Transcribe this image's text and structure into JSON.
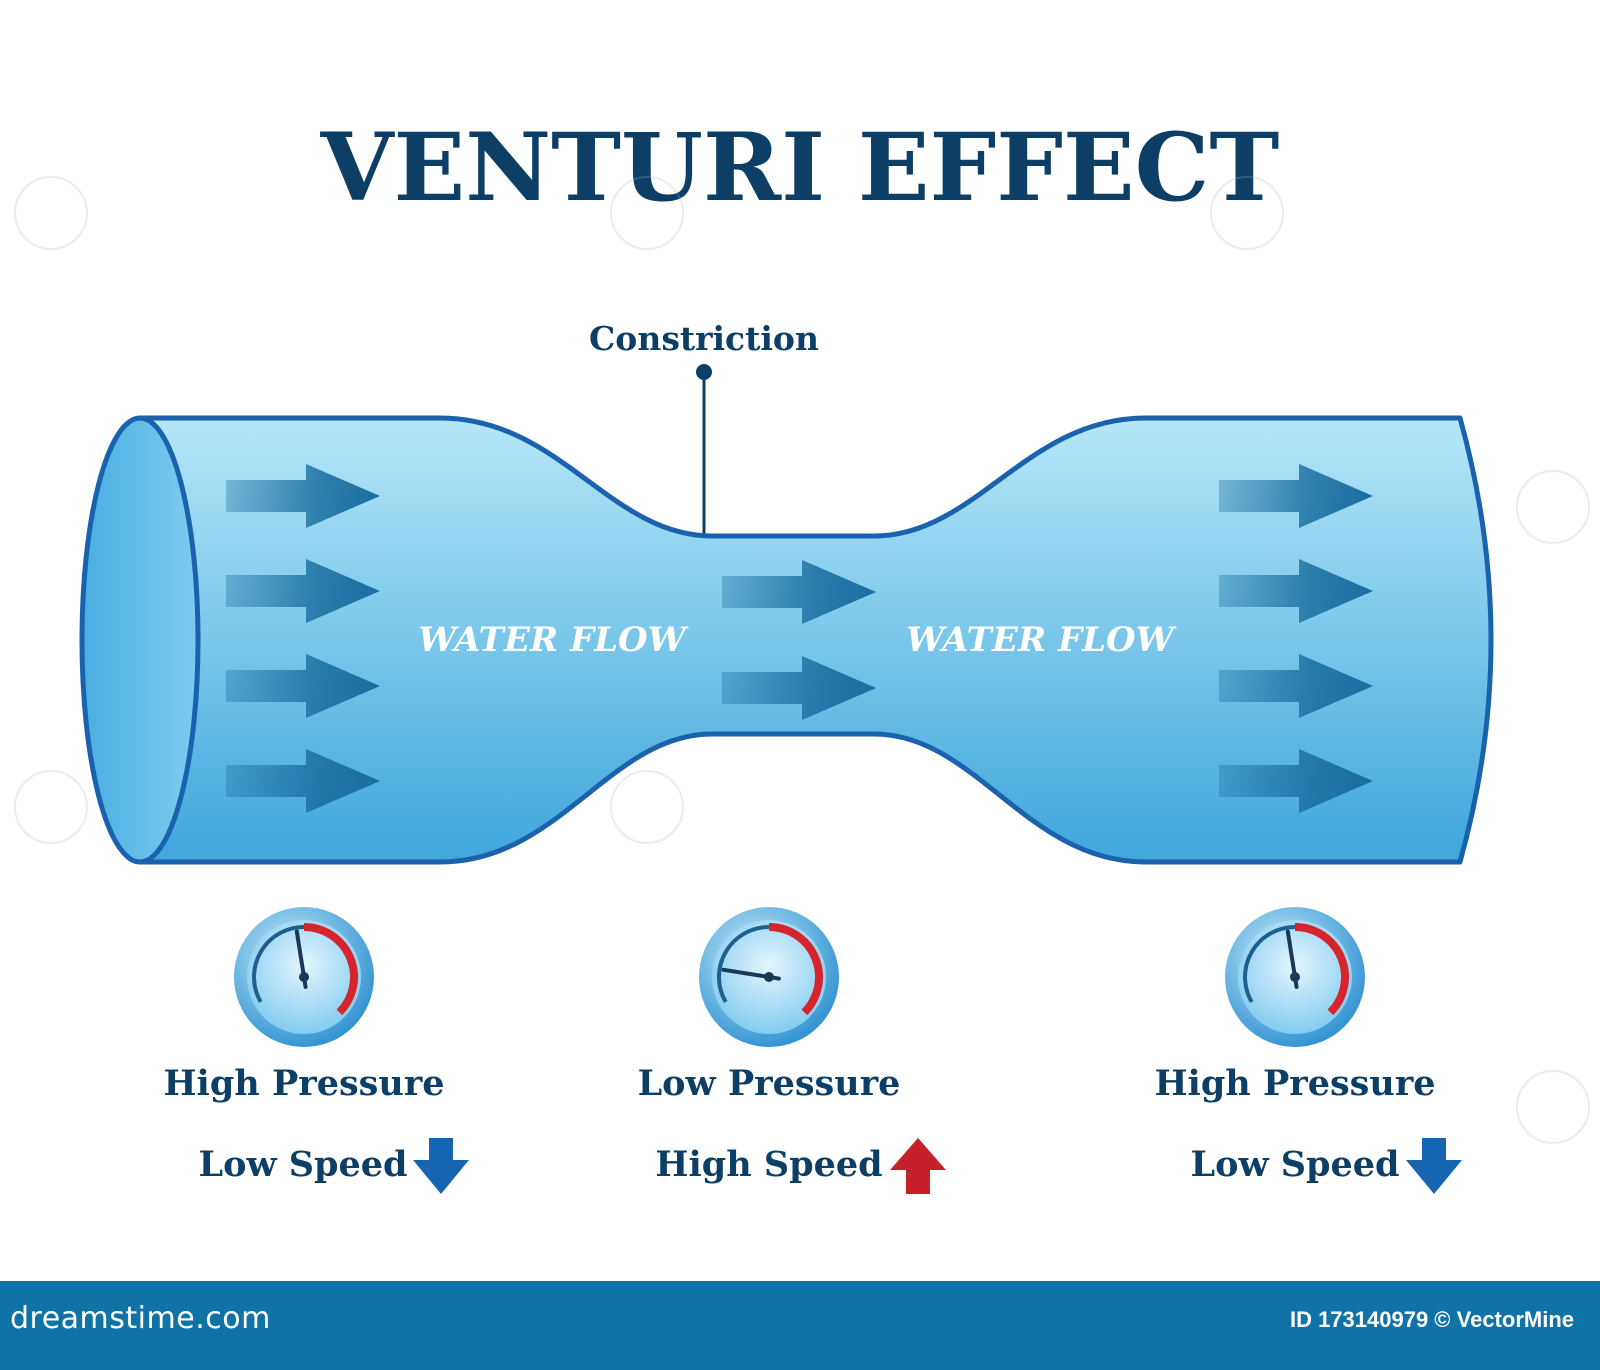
{
  "title": "VENTURI EFFECT",
  "callout": {
    "label": "Constriction"
  },
  "pipe": {
    "flow_label_left": "WATER FLOW",
    "flow_label_right": "WATER FLOW"
  },
  "gauges": [
    {
      "pressure_label": "High Pressure",
      "speed_label": "Low Speed",
      "speed_direction": "down",
      "arrow_color": "#1565b0",
      "needle_level": 0.45
    },
    {
      "pressure_label": "Low Pressure",
      "speed_label": "High Speed",
      "speed_direction": "up",
      "arrow_color": "#c8202a",
      "needle_level": 0.05
    },
    {
      "pressure_label": "High Pressure",
      "speed_label": "Low Speed",
      "speed_direction": "down",
      "arrow_color": "#1565b0",
      "needle_level": 0.45
    }
  ],
  "colors": {
    "title": "#0d3f66",
    "pipe_outline": "#1a62ad",
    "water_light": "#b5e7f8",
    "water_dark": "#3fa6dc",
    "arrow": "#1a6da0",
    "gauge_red": "#d6242c",
    "footer_bg": "#0f73a6"
  },
  "footer": {
    "brand": "dreamstime.com",
    "id_text": "ID 173140979 © VectorMine"
  }
}
